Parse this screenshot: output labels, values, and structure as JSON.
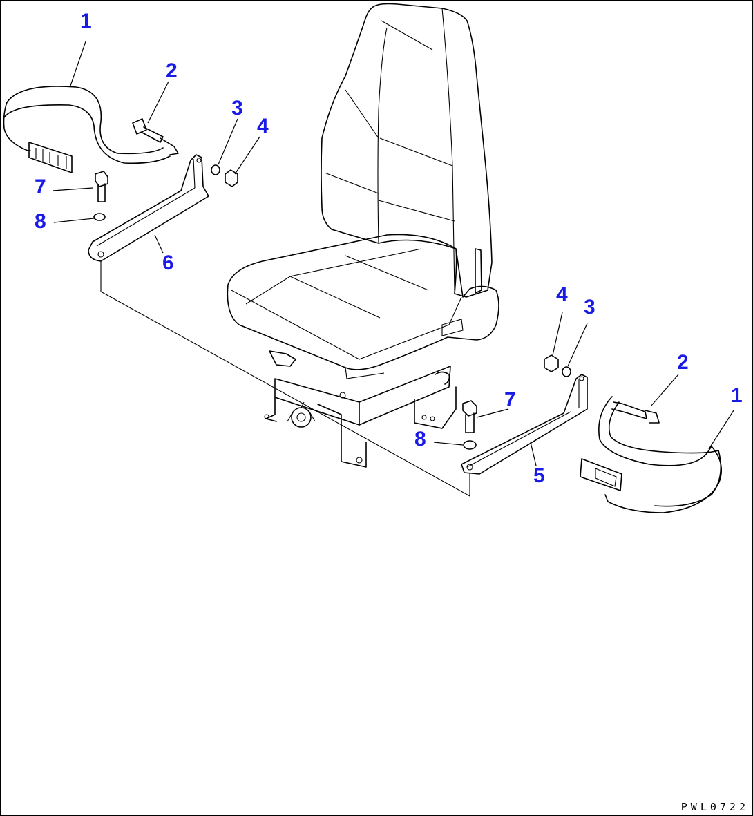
{
  "drawing_code": "PWL0722",
  "callouts": {
    "left": {
      "belt": "1",
      "bolt_pin": "2",
      "washer": "3",
      "nut": "4",
      "bracket": "6",
      "bolt": "7",
      "washer_small": "8"
    },
    "right": {
      "belt": "1",
      "bolt_pin": "2",
      "washer": "3",
      "nut": "4",
      "bracket": "5",
      "bolt": "7",
      "washer_small": "8"
    }
  },
  "colors": {
    "callout": "#1a1ae6",
    "line": "#000000",
    "background": "#ffffff"
  }
}
